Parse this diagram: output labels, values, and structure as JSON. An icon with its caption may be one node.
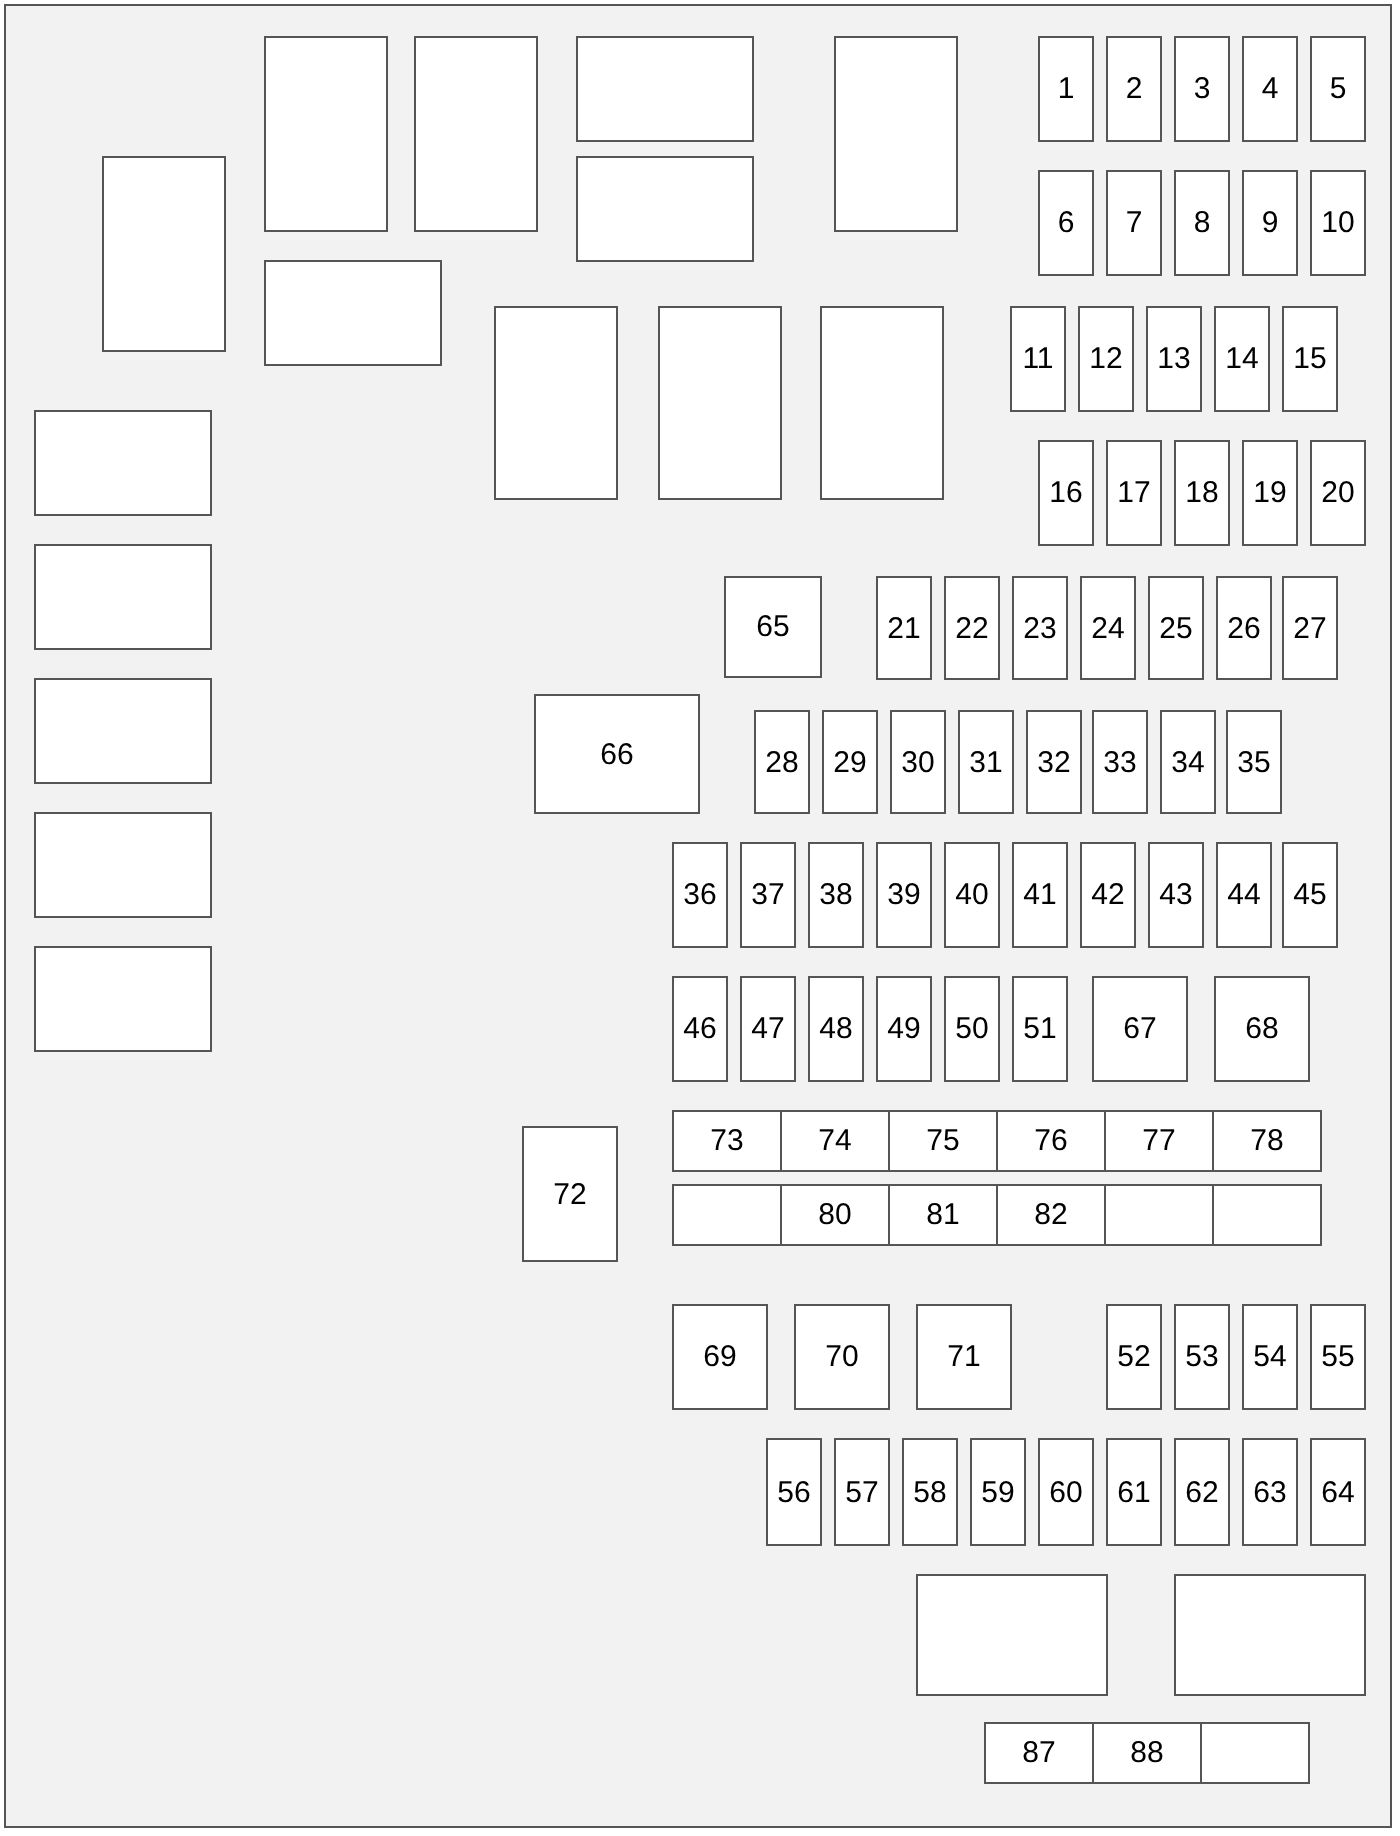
{
  "diagram": {
    "nodes": [
      {
        "text": [],
        "shape": "box"
      },
      {
        "text": [],
        "shape": "box"
      },
      {
        "text": [],
        "shape": "box"
      },
      {
        "text": [],
        "shape": "box"
      },
      {
        "text": [
          "1"
        ]
      },
      {
        "text": [
          "2"
        ]
      },
      {
        "text": [
          "3"
        ]
      },
      {
        "text": [
          "4"
        ]
      },
      {
        "text": [
          "5"
        ]
      },
      {
        "text": [],
        "shape": "box"
      },
      {
        "text": [],
        "shape": "box"
      },
      {
        "text": [
          "6"
        ]
      },
      {
        "text": [
          "7"
        ]
      },
      {
        "text": [
          "8"
        ]
      },
      {
        "text": [
          "9"
        ]
      },
      {
        "text": [
          "10"
        ]
      },
      {
        "text": [],
        "shape": "box"
      },
      {
        "text": [],
        "shape": "box"
      },
      {
        "text": [],
        "shape": "box"
      },
      {
        "text": [],
        "shape": "box"
      },
      {
        "text": [
          "11"
        ]
      },
      {
        "text": [
          "12"
        ]
      },
      {
        "text": [
          "13"
        ]
      },
      {
        "text": [
          "14"
        ]
      },
      {
        "text": [
          "15"
        ]
      },
      {
        "text": [],
        "shape": "box"
      },
      {
        "text": [
          "16"
        ]
      },
      {
        "text": [
          "17"
        ]
      },
      {
        "text": [
          "18"
        ]
      },
      {
        "text": [
          "19"
        ]
      },
      {
        "text": [
          "20"
        ]
      },
      {
        "text": [],
        "shape": "box"
      },
      {
        "text": [
          "65"
        ]
      },
      {
        "text": [
          "21"
        ]
      },
      {
        "text": [
          "22"
        ]
      },
      {
        "text": [
          "23"
        ]
      },
      {
        "text": [
          "24"
        ]
      },
      {
        "text": [
          "25"
        ]
      },
      {
        "text": [
          "26"
        ]
      },
      {
        "text": [
          "27"
        ]
      },
      {
        "text": [],
        "shape": "box"
      },
      {
        "text": [
          "66"
        ]
      },
      {
        "text": [
          "28"
        ]
      },
      {
        "text": [
          "29"
        ]
      },
      {
        "text": [
          "30"
        ]
      },
      {
        "text": [
          "31"
        ]
      },
      {
        "text": [
          "32"
        ]
      },
      {
        "text": [
          "33"
        ]
      },
      {
        "text": [
          "34"
        ]
      },
      {
        "text": [
          "35"
        ]
      },
      {
        "text": [],
        "shape": "box"
      },
      {
        "text": [
          "36"
        ]
      },
      {
        "text": [
          "37"
        ]
      },
      {
        "text": [
          "38"
        ]
      },
      {
        "text": [
          "39"
        ]
      },
      {
        "text": [
          "40"
        ]
      },
      {
        "text": [
          "41"
        ]
      },
      {
        "text": [
          "42"
        ]
      },
      {
        "text": [
          "43"
        ]
      },
      {
        "text": [
          "44"
        ]
      },
      {
        "text": [
          "45"
        ]
      },
      {
        "text": [],
        "shape": "box"
      },
      {
        "text": [
          "46"
        ]
      },
      {
        "text": [
          "47"
        ]
      },
      {
        "text": [
          "48"
        ]
      },
      {
        "text": [
          "49"
        ]
      },
      {
        "text": [
          "50"
        ]
      },
      {
        "text": [
          "51"
        ]
      },
      {
        "text": [
          "67"
        ]
      },
      {
        "text": [
          "68"
        ]
      },
      {
        "text": [
          "73"
        ]
      },
      {
        "text": [
          "74"
        ]
      },
      {
        "text": [
          "75"
        ]
      },
      {
        "text": [
          "76"
        ]
      },
      {
        "text": [
          "77"
        ]
      },
      {
        "text": [
          "78"
        ]
      },
      {
        "text": [
          "72"
        ]
      },
      {
        "text": [],
        "shape": "box"
      },
      {
        "text": [
          "80"
        ]
      },
      {
        "text": [
          "81"
        ]
      },
      {
        "text": [
          "82"
        ]
      },
      {
        "text": [],
        "shape": "box"
      },
      {
        "text": [],
        "shape": "box"
      },
      {
        "text": [
          "69"
        ]
      },
      {
        "text": [
          "70"
        ]
      },
      {
        "text": [
          "71"
        ]
      },
      {
        "text": [
          "52"
        ]
      },
      {
        "text": [
          "53"
        ]
      },
      {
        "text": [
          "54"
        ]
      },
      {
        "text": [
          "55"
        ]
      },
      {
        "text": [
          "56"
        ]
      },
      {
        "text": [
          "57"
        ]
      },
      {
        "text": [
          "58"
        ]
      },
      {
        "text": [
          "59"
        ]
      },
      {
        "text": [
          "60"
        ]
      },
      {
        "text": [
          "61"
        ]
      },
      {
        "text": [
          "62"
        ]
      },
      {
        "text": [
          "63"
        ]
      },
      {
        "text": [
          "64"
        ]
      },
      {
        "text": [],
        "shape": "box"
      },
      {
        "text": [],
        "shape": "box"
      },
      {
        "text": [
          "87"
        ]
      },
      {
        "text": [
          "88"
        ]
      },
      {
        "text": [],
        "shape": "box"
      }
    ]
  }
}
